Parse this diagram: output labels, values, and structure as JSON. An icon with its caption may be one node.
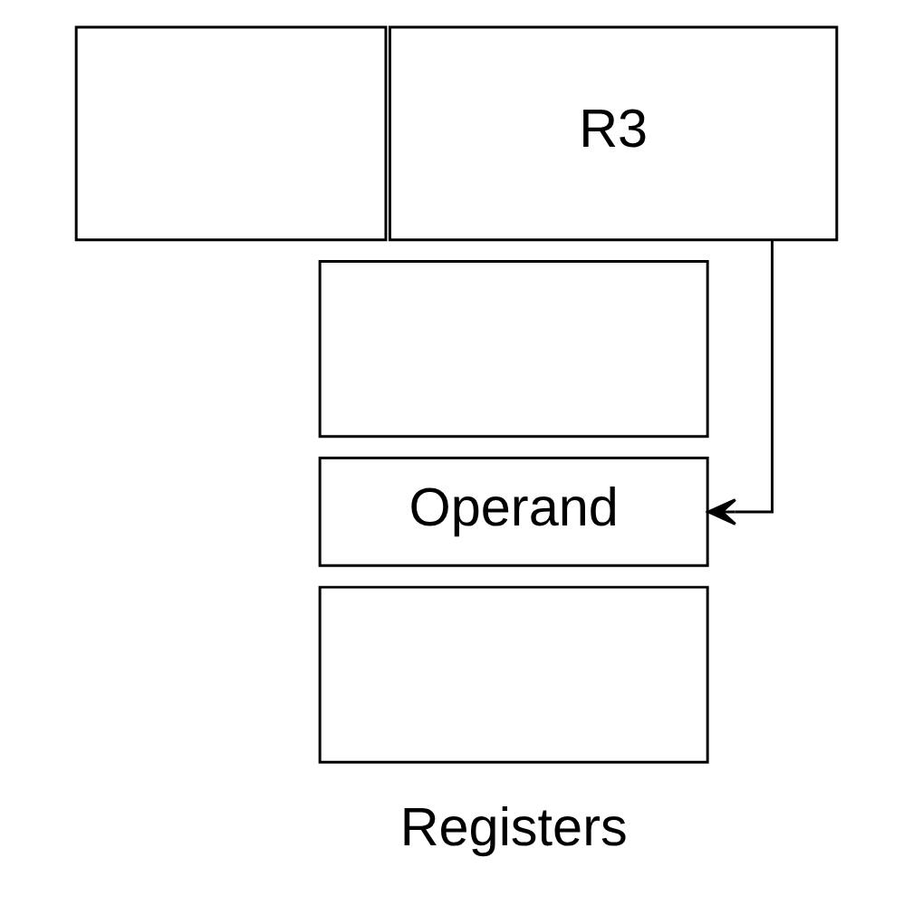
{
  "diagram": {
    "nodes": [
      {
        "text": [],
        "shape": "box"
      },
      {
        "text": [
          "R3"
        ]
      },
      {
        "text": [],
        "shape": "box"
      },
      {
        "text": [
          "Operand"
        ]
      },
      {
        "text": [],
        "shape": "box"
      }
    ],
    "edges": [
      {
        "from": 1,
        "to": 3,
        "arrow": "to"
      }
    ],
    "labels": [
      "Registers"
    ]
  }
}
